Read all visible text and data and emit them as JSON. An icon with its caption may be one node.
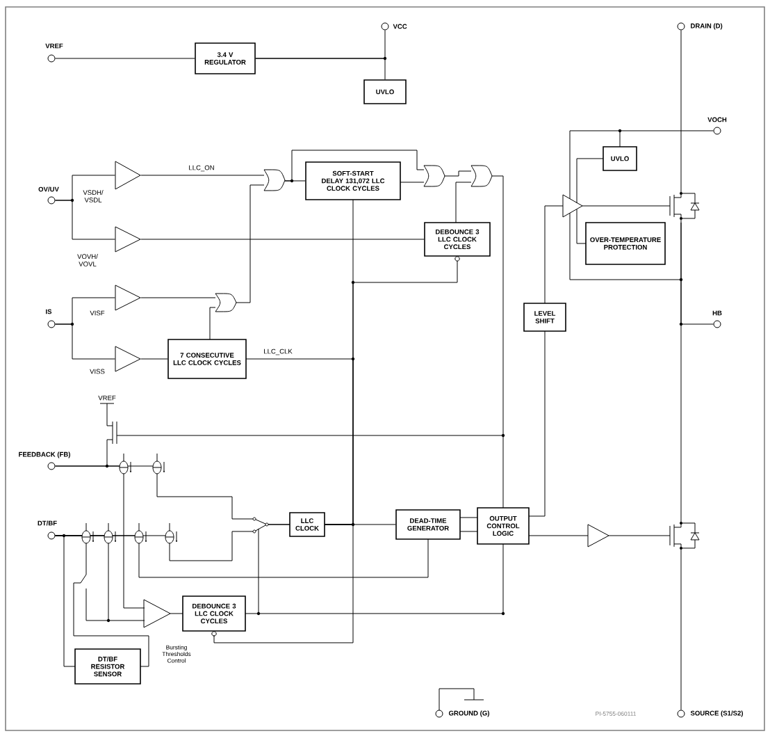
{
  "diagram": {
    "nodes": [
      {
        "text": [],
        "shape": "circle",
        "beside": [
          "VREF"
        ]
      },
      {
        "text": [
          "3.4 V REGULATOR"
        ]
      },
      {
        "text": [],
        "shape": "circle",
        "beside": [
          "VCC"
        ]
      },
      {
        "text": [
          "UVLO"
        ]
      },
      {
        "text": [],
        "shape": "circle",
        "beside": [
          "OV/UV"
        ]
      },
      {
        "text": [],
        "shape": "triangle"
      },
      {
        "text": [],
        "shape": "triangle"
      },
      {
        "text": [],
        "shape": "gate"
      },
      {
        "text": [
          "SOFT-START DELAY 131,072 LLC CLOCK CYCLES"
        ]
      },
      {
        "text": [],
        "shape": "gate"
      },
      {
        "text": [],
        "shape": "gate"
      },
      {
        "text": [
          "DEBOUNCE 3 LLC CLOCK CYCLES"
        ]
      },
      {
        "text": [],
        "shape": "circle",
        "beside": [
          "IS"
        ]
      },
      {
        "text": [],
        "shape": "triangle"
      },
      {
        "text": [],
        "shape": "triangle"
      },
      {
        "text": [],
        "shape": "gate"
      },
      {
        "text": [
          "7 CONSECUTIVE LLC CLOCK CYCLES"
        ]
      },
      {
        "text": [],
        "shape": "circle",
        "beside": [
          "FEEDBACK (FB)"
        ]
      },
      {
        "text": [],
        "shape": "circle",
        "beside": [
          "DT/BF"
        ]
      },
      {
        "text": [
          "LLC CLOCK"
        ]
      },
      {
        "text": [
          "DEAD-TIME GENERATOR"
        ]
      },
      {
        "text": [
          "OUTPUT CONTROL LOGIC"
        ]
      },
      {
        "text": [],
        "shape": "triangle"
      },
      {
        "text": [
          "DEBOUNCE 3 LLC CLOCK CYCLES"
        ]
      },
      {
        "text": [
          "DT/BF RESISTOR SENSOR"
        ]
      },
      {
        "text": [
          "LEVEL SHIFT"
        ]
      },
      {
        "text": [
          "UVLO"
        ]
      },
      {
        "text": [
          "OVER-TEMPERATURE PROTECTION"
        ]
      },
      {
        "text": [],
        "shape": "triangle"
      },
      {
        "text": [],
        "shape": "triangle"
      },
      {
        "text": [],
        "shape": "circle",
        "beside": [
          "DRAIN (D)"
        ]
      },
      {
        "text": [],
        "shape": "circle",
        "beside": [
          "VOCH"
        ]
      },
      {
        "text": [],
        "shape": "circle",
        "beside": [
          "HB"
        ]
      },
      {
        "text": [],
        "shape": "circle",
        "beside": [
          "SOURCE (S1/S2)"
        ]
      },
      {
        "text": [],
        "shape": "circle",
        "beside": [
          "GROUND (G)"
        ]
      },
      {
        "text": [],
        "shape": "transistor"
      },
      {
        "text": [],
        "shape": "transistor"
      }
    ],
    "edges": [
      {
        "from": 0,
        "to": 1,
        "arrow": "none"
      },
      {
        "from": 1,
        "to": 2,
        "arrow": "none"
      },
      {
        "from": 1,
        "to": 3,
        "arrow": "none"
      },
      {
        "from": 4,
        "to": 5,
        "arrow": "none"
      },
      {
        "from": 4,
        "to": 6,
        "arrow": "none"
      },
      {
        "from": 5,
        "to": 7,
        "arrow": "none",
        "label": "LLC_ON"
      },
      {
        "from": 7,
        "to": 8,
        "arrow": "none"
      },
      {
        "from": 7,
        "to": 9,
        "arrow": "none"
      },
      {
        "from": 8,
        "to": 9,
        "arrow": "none"
      },
      {
        "from": 9,
        "to": 10,
        "arrow": "none"
      },
      {
        "from": 11,
        "to": 10,
        "arrow": "none"
      },
      {
        "from": 6,
        "to": 11,
        "arrow": "none"
      },
      {
        "from": 10,
        "to": 21,
        "arrow": "none"
      },
      {
        "from": 21,
        "to": 25,
        "arrow": "none"
      },
      {
        "from": 25,
        "to": 28,
        "arrow": "none"
      },
      {
        "from": 26,
        "to": 28,
        "arrow": "none"
      },
      {
        "from": 27,
        "to": 28,
        "arrow": "none"
      },
      {
        "from": 28,
        "to": 35,
        "arrow": "none"
      },
      {
        "from": 30,
        "to": 35,
        "arrow": "none"
      },
      {
        "from": 35,
        "to": 36,
        "arrow": "none"
      },
      {
        "from": 32,
        "to": 35,
        "arrow": "none"
      },
      {
        "from": 36,
        "to": 33,
        "arrow": "none"
      },
      {
        "from": 21,
        "to": 29,
        "arrow": "none"
      },
      {
        "from": 29,
        "to": 36,
        "arrow": "none"
      },
      {
        "from": 20,
        "to": 21,
        "arrow": "none"
      },
      {
        "from": 20,
        "to": 21,
        "arrow": "none"
      },
      {
        "from": 19,
        "to": 20,
        "arrow": "none"
      },
      {
        "from": 19,
        "to": 8,
        "arrow": "none"
      },
      {
        "from": 19,
        "to": 16,
        "arrow": "none",
        "label": "LLC_CLK"
      },
      {
        "from": 19,
        "to": 11,
        "arrow": "none"
      },
      {
        "from": 19,
        "to": 23,
        "arrow": "none"
      },
      {
        "from": 23,
        "to": 21,
        "arrow": "none"
      },
      {
        "from": 22,
        "to": 23,
        "arrow": "none"
      },
      {
        "from": 18,
        "to": 24,
        "arrow": "none"
      },
      {
        "from": 18,
        "to": 22,
        "arrow": "none"
      },
      {
        "from": 17,
        "to": 22,
        "arrow": "none"
      },
      {
        "from": 17,
        "to": 19,
        "arrow": "none"
      },
      {
        "from": 18,
        "to": 19,
        "arrow": "none"
      },
      {
        "from": 12,
        "to": 13,
        "arrow": "none"
      },
      {
        "from": 12,
        "to": 14,
        "arrow": "none"
      },
      {
        "from": 13,
        "to": 15,
        "arrow": "none"
      },
      {
        "from": 16,
        "to": 15,
        "arrow": "none"
      },
      {
        "from": 15,
        "to": 7,
        "arrow": "none"
      },
      {
        "from": 14,
        "to": 16,
        "arrow": "none"
      },
      {
        "from": 31,
        "to": 26,
        "arrow": "none"
      },
      {
        "from": 20,
        "to": 18,
        "arrow": "none"
      },
      {
        "from": 24,
        "to": 18,
        "arrow": "none"
      }
    ],
    "labels": [
      "VSDH/ VSDL",
      "VOVH/ VOVL",
      "VISF",
      "VISS",
      "VREF",
      "Bursting Thresholds Control",
      "PI-5755-060111"
    ]
  }
}
